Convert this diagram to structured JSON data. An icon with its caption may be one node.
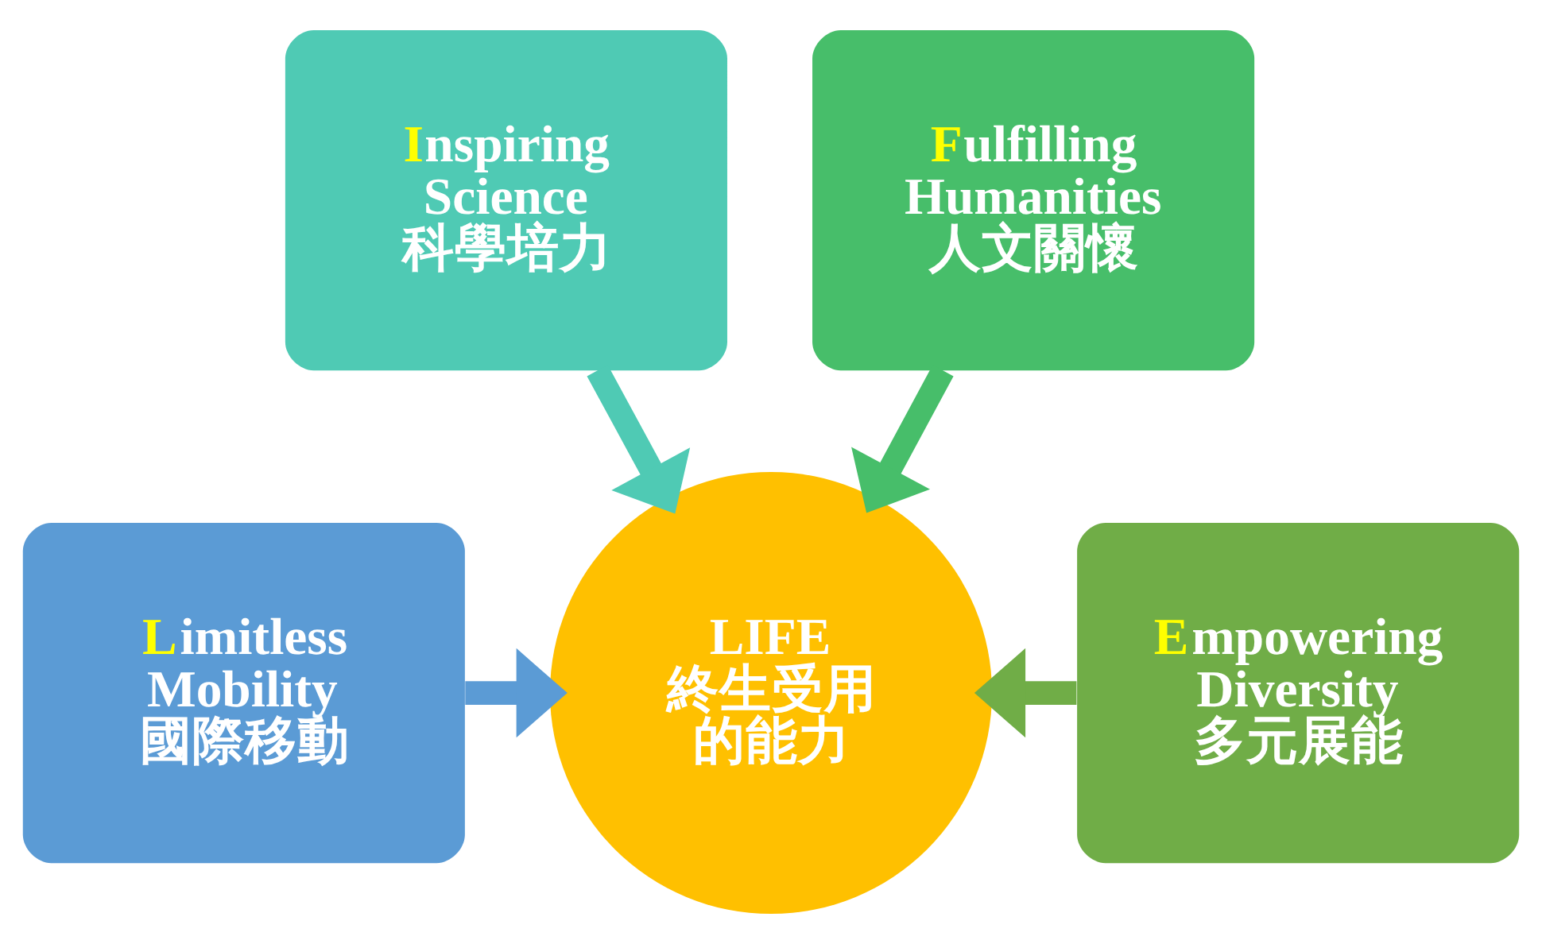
{
  "diagram": {
    "nodes": [
      {
        "text": [
          "Inspiring Science",
          "科學培力"
        ]
      },
      {
        "text": [
          "Fulfilling Humanities",
          "人文關懷"
        ]
      },
      {
        "text": [
          "Limitless Mobility",
          "國際移動"
        ]
      },
      {
        "text": [
          "LIFE",
          "終生受用的能力"
        ]
      },
      {
        "text": [
          "Empowering Diversity",
          "多元展能"
        ]
      }
    ],
    "edges": [
      {
        "from": 0,
        "to": 3,
        "arrow": "to",
        "color": "#4fcab4"
      },
      {
        "from": 1,
        "to": 3,
        "arrow": "to",
        "color": "#47be6a"
      },
      {
        "from": 2,
        "to": 3,
        "arrow": "to",
        "color": "#5b9bd5"
      },
      {
        "from": 4,
        "to": 3,
        "arrow": "to",
        "color": "#70ad47"
      }
    ]
  }
}
